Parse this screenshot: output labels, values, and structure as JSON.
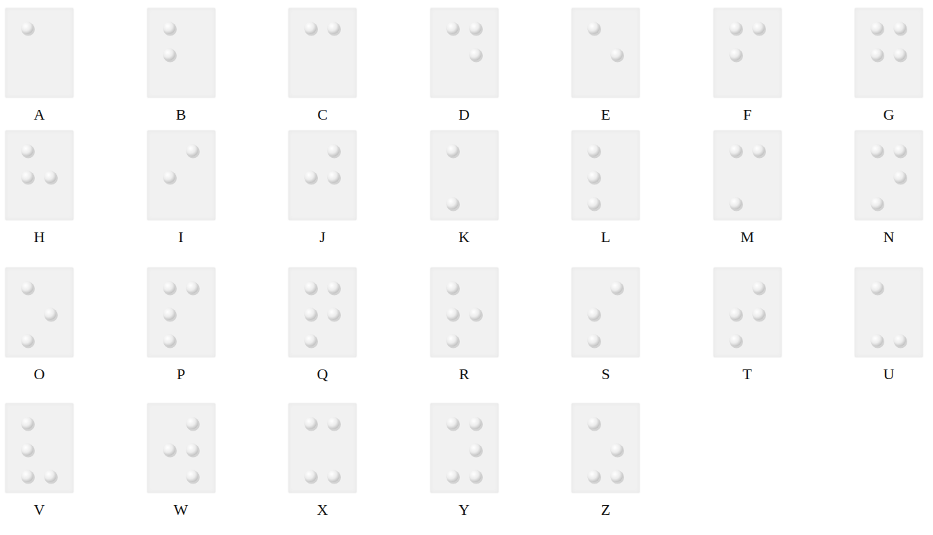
{
  "diagram": {
    "nodes": [
      {
        "text": [
          "A"
        ]
      },
      {
        "text": [
          "B"
        ]
      },
      {
        "text": [
          "C"
        ]
      },
      {
        "text": [
          "D"
        ]
      },
      {
        "text": [
          "E"
        ]
      },
      {
        "text": [
          "F"
        ]
      },
      {
        "text": [
          "G"
        ]
      },
      {
        "text": [
          "H"
        ]
      },
      {
        "text": [
          "I"
        ]
      },
      {
        "text": [
          "J"
        ]
      },
      {
        "text": [
          "K"
        ]
      },
      {
        "text": [
          "L"
        ]
      },
      {
        "text": [
          "M"
        ]
      },
      {
        "text": [
          "N"
        ]
      },
      {
        "text": [
          "O"
        ]
      },
      {
        "text": [
          "P"
        ]
      },
      {
        "text": [
          "Q"
        ]
      },
      {
        "text": [
          "R"
        ]
      },
      {
        "text": [
          "S"
        ]
      },
      {
        "text": [
          "T"
        ]
      },
      {
        "text": [
          "U"
        ]
      },
      {
        "text": [
          "V"
        ]
      },
      {
        "text": [
          "W"
        ]
      },
      {
        "text": [
          "X"
        ]
      },
      {
        "text": [
          "Y"
        ]
      },
      {
        "text": [
          "Z"
        ]
      }
    ]
  }
}
